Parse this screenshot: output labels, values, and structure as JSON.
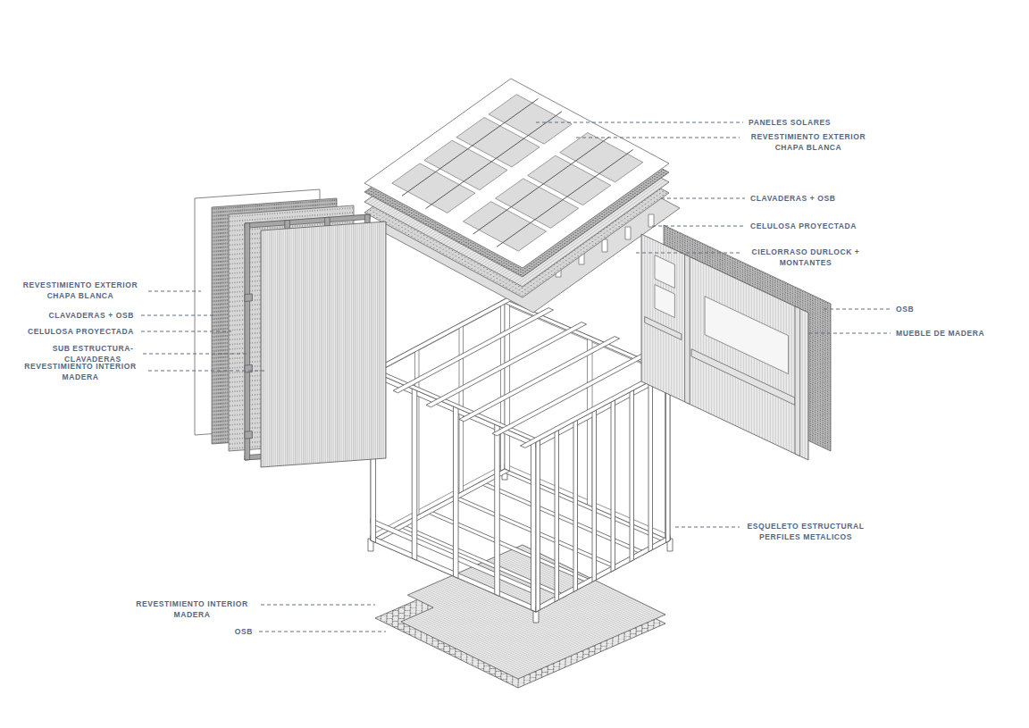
{
  "diagram": {
    "labels": [
      "PANELES SOLARES",
      "REVESTIMIENTO EXTERIOR CHAPA BLANCA",
      "CLAVADERAS + OSB",
      "CELULOSA PROYECTADA",
      "CIELORRASO DURLOCK + MONTANTES",
      "OSB",
      "MUEBLE DE MADERA",
      "REVESTIMIENTO EXTERIOR CHAPA BLANCA",
      "CLAVADERAS + OSB",
      "CELULOSA PROYECTADA",
      "SUB ESTRUCTURA- CLAVADERAS",
      "REVESTIMIENTO INTERIOR MADERA",
      "ESQUELETO ESTRUCTURAL PERFILES METALICOS",
      "REVESTIMIENTO INTERIOR MADERA",
      "OSB"
    ]
  }
}
